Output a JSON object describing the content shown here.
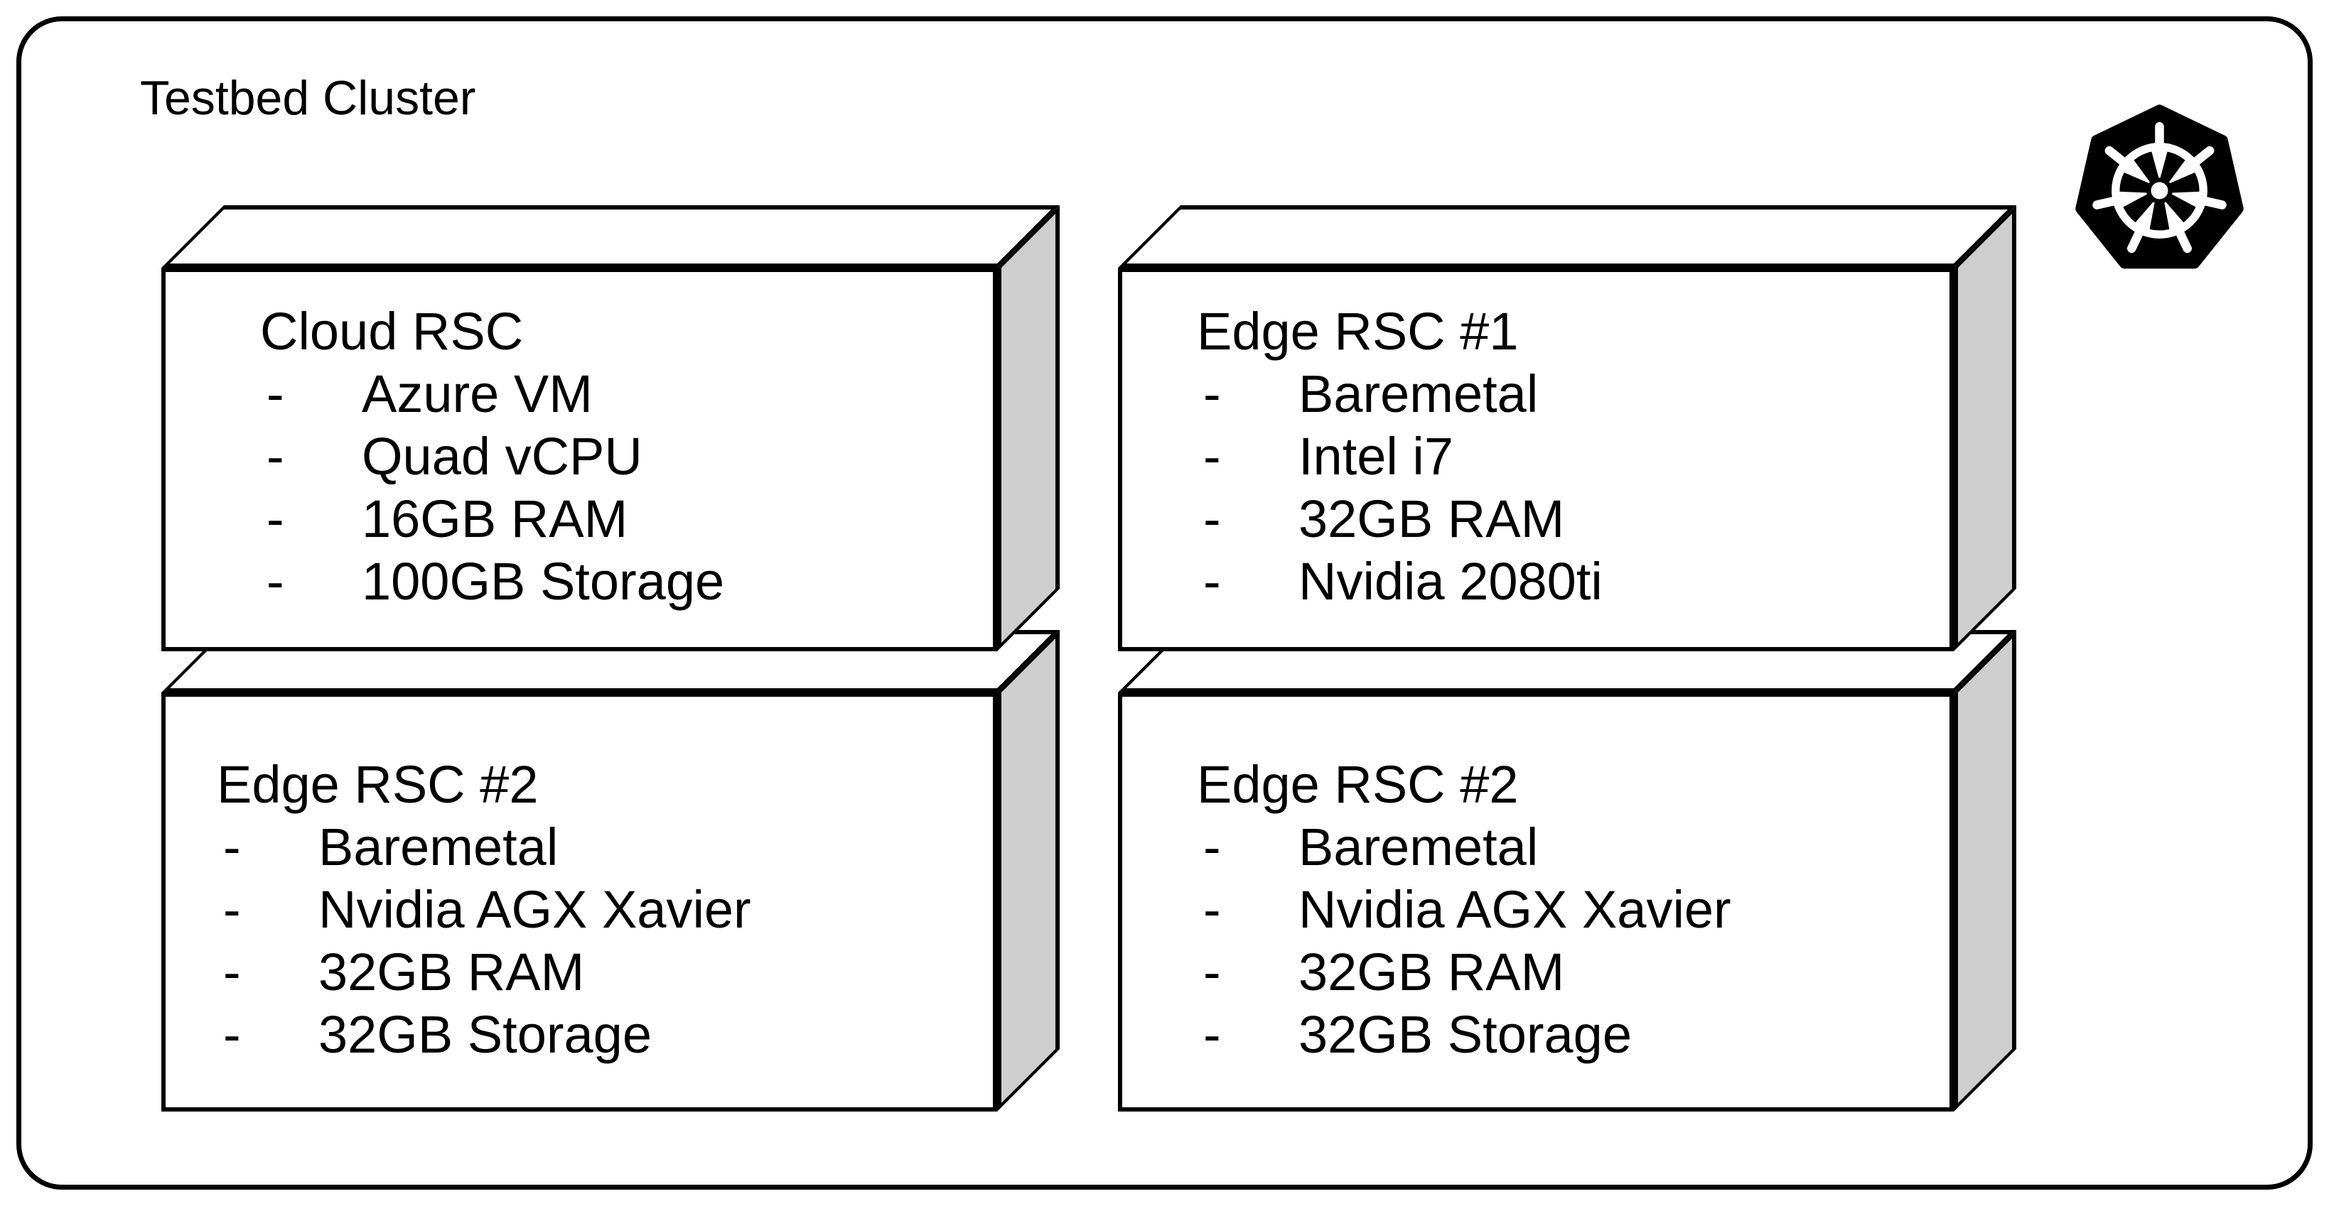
{
  "page": {
    "title": "Testbed Cluster"
  },
  "bullet_marker": "-",
  "colors": {
    "outline": "#000000",
    "box_front": "#ffffff",
    "box_side": "#cecece",
    "logo": "#000000"
  },
  "logo": {
    "name": "kubernetes"
  },
  "boxes": [
    {
      "title": "Cloud RSC",
      "items": [
        "Azure VM",
        "Quad vCPU",
        "16GB RAM",
        "100GB Storage"
      ]
    },
    {
      "title": "Edge RSC #1",
      "items": [
        "Baremetal",
        "Intel i7",
        "32GB RAM",
        "Nvidia 2080ti"
      ]
    },
    {
      "title": "Edge RSC #2",
      "items": [
        "Baremetal",
        "Nvidia AGX Xavier",
        "32GB RAM",
        "32GB Storage"
      ]
    },
    {
      "title": "Edge RSC #2",
      "items": [
        "Baremetal",
        "Nvidia AGX Xavier",
        "32GB RAM",
        "32GB Storage"
      ]
    }
  ]
}
